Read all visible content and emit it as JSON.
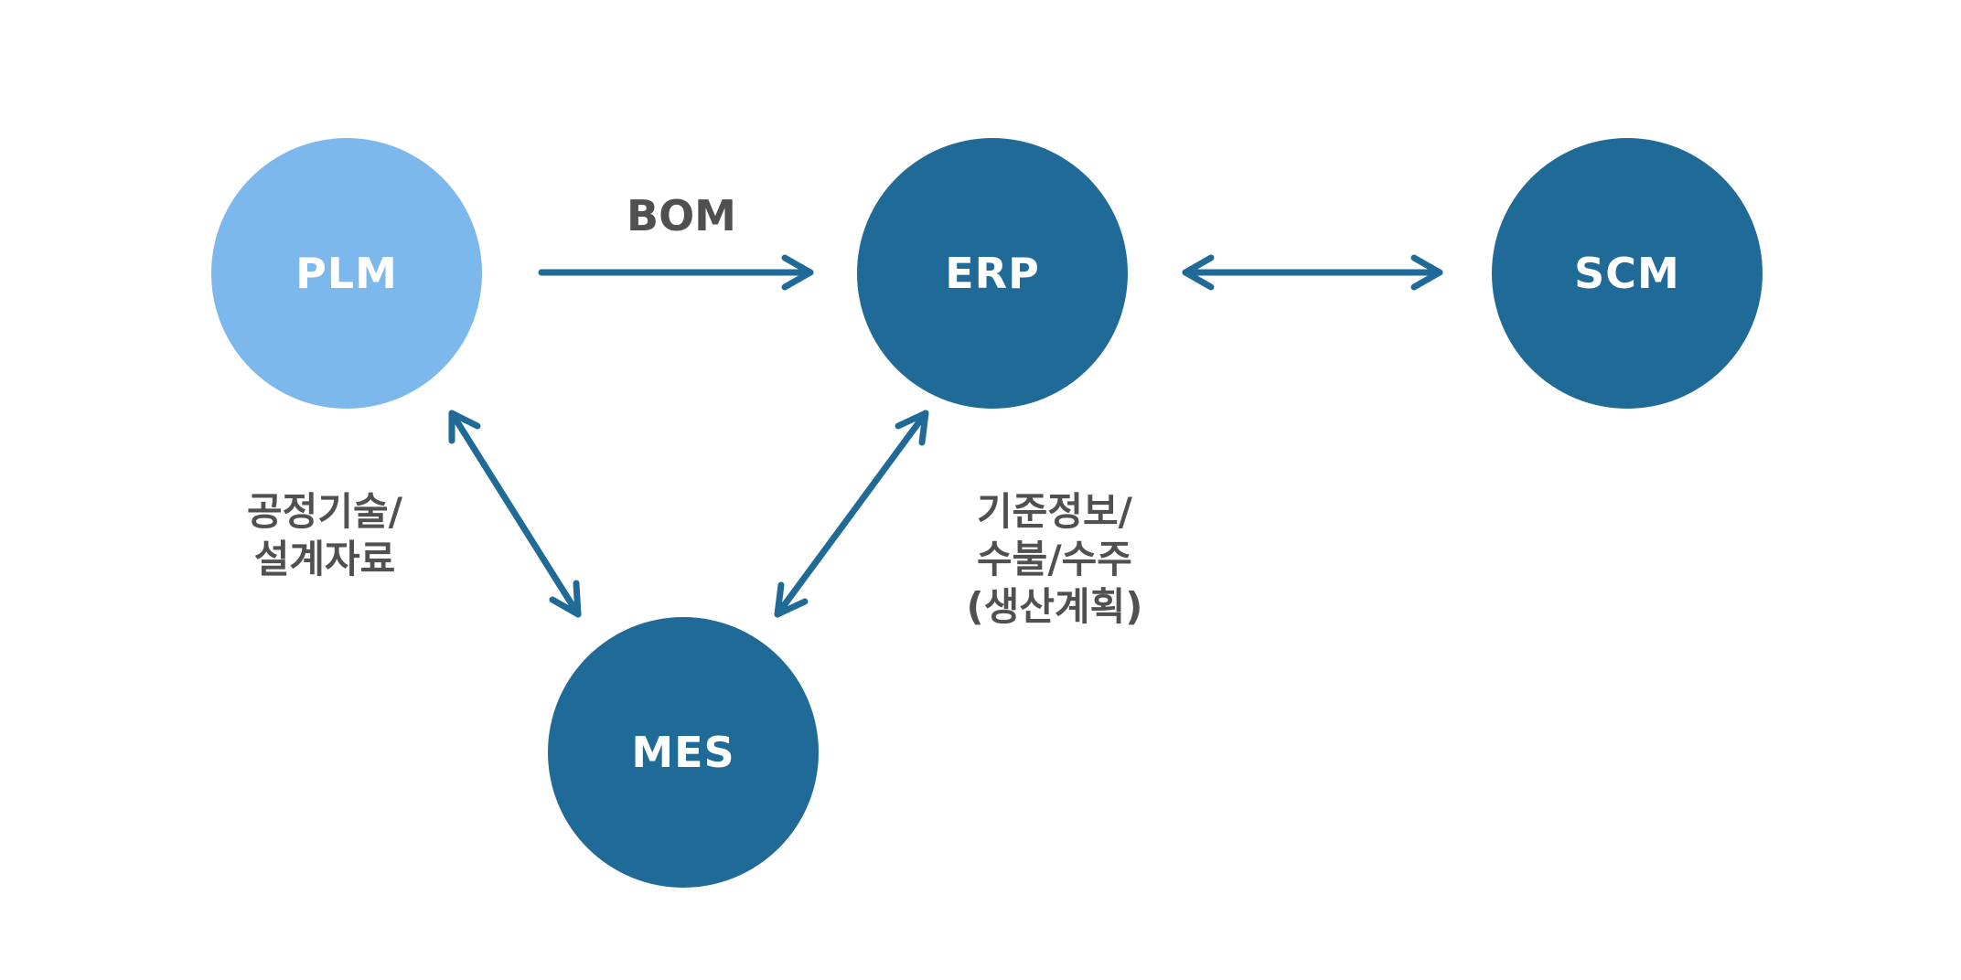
{
  "colors": {
    "plm_fill": "#7cb8ec",
    "node_fill": "#1f6a97",
    "arrow": "#1f6a97",
    "label_text": "#505050",
    "node_text": "#ffffff"
  },
  "nodes": {
    "plm": {
      "label": "PLM"
    },
    "erp": {
      "label": "ERP"
    },
    "scm": {
      "label": "SCM"
    },
    "mes": {
      "label": "MES"
    }
  },
  "edges": {
    "plm_erp": {
      "label": "BOM",
      "direction": "one-way"
    },
    "erp_scm": {
      "label": "",
      "direction": "two-way"
    },
    "plm_mes": {
      "label_lines": [
        "공정기술/",
        "설계자료"
      ],
      "direction": "two-way"
    },
    "erp_mes": {
      "label_lines": [
        "기준정보/",
        "수불/수주",
        "(생산계획)"
      ],
      "direction": "two-way"
    }
  }
}
